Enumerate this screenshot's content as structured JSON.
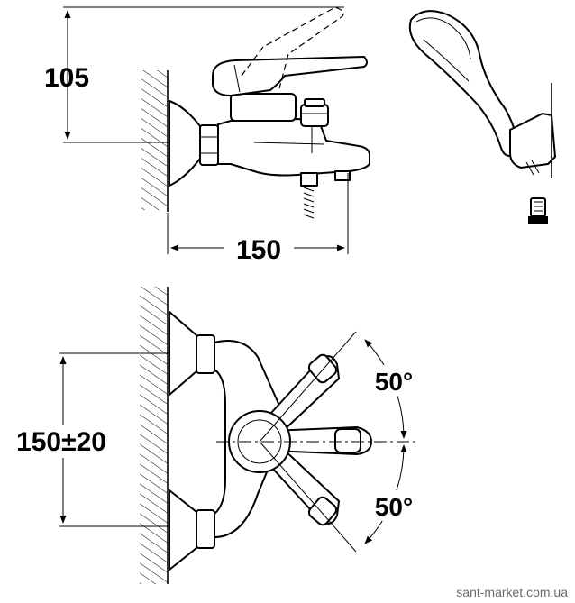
{
  "dimensions": {
    "height_label": "105",
    "width_label": "150",
    "spacing_label": "150±20",
    "angle_upper_label": "50°",
    "angle_lower_label": "50°"
  },
  "watermark": "sant-market.com.ua"
}
